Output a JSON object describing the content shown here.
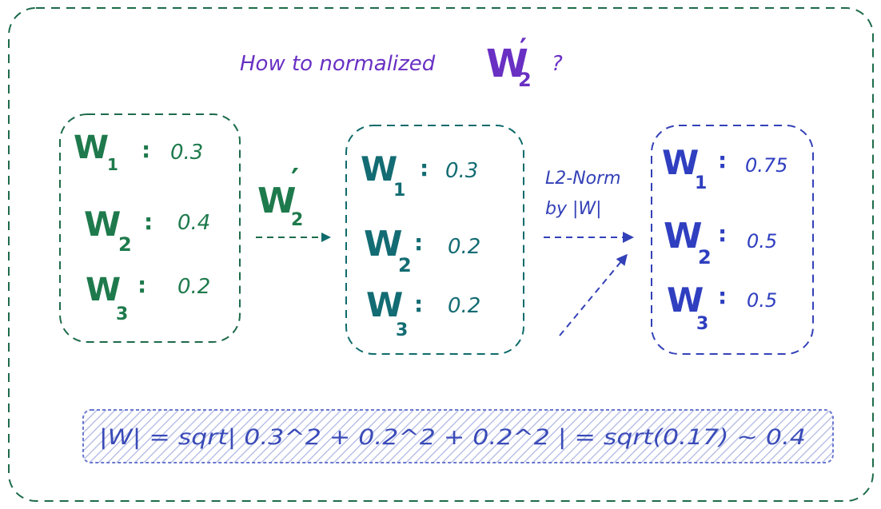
{
  "title": {
    "prefix": "How to normalized",
    "symbol": "W",
    "subscript": "2",
    "prime": "′",
    "suffix": "?"
  },
  "boxes": [
    {
      "rows": [
        {
          "symbol": "W",
          "sub": "1",
          "value": "0.3"
        },
        {
          "symbol": "W",
          "sub": "2",
          "value": "0.4"
        },
        {
          "symbol": "W",
          "sub": "3",
          "value": "0.2"
        }
      ]
    },
    {
      "rows": [
        {
          "symbol": "W",
          "sub": "1",
          "value": "0.3"
        },
        {
          "symbol": "W",
          "sub": "2",
          "value": "0.2"
        },
        {
          "symbol": "W",
          "sub": "3",
          "value": "0.2"
        }
      ]
    },
    {
      "rows": [
        {
          "symbol": "W",
          "sub": "1",
          "value": "0.75"
        },
        {
          "symbol": "W",
          "sub": "2",
          "value": "0.5"
        },
        {
          "symbol": "W",
          "sub": "3",
          "value": "0.5"
        }
      ]
    }
  ],
  "arrow1_label": {
    "symbol": "W",
    "sub": "2",
    "prime": "′"
  },
  "arrow2_label": {
    "line1": "L2-Norm",
    "line2": "by |W|"
  },
  "formula": "|W| = sqrt| 0.3^2 + 0.2^2 + 0.2^2 | = sqrt(0.17) ~ 0.4",
  "colors": {
    "frame": "#1d6b4a",
    "box1": "#1d6b4a",
    "box1_text": "#1e7a4c",
    "box2": "#0f6b6b",
    "box2_text": "#136c73",
    "box3": "#3341b8",
    "box3_text": "#2f3fc0",
    "title": "#6930c3",
    "formula_bg": "#d6daf2",
    "formula_text": "#3a4bb8"
  }
}
